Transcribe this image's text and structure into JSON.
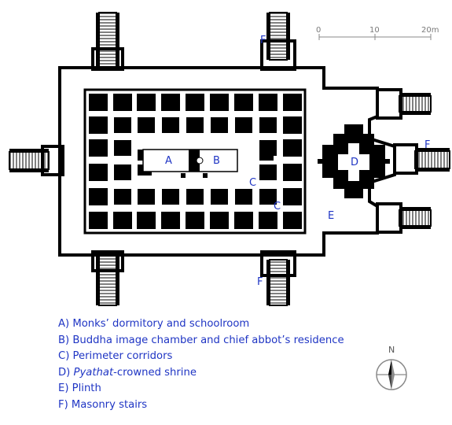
{
  "labels": {
    "A": "A",
    "B": "B",
    "C": "C",
    "D": "D",
    "E": "E",
    "F": "F"
  },
  "scale_bar": {
    "ticks": [
      "0",
      "10",
      "20m"
    ]
  },
  "north": {
    "label": "N"
  },
  "legend": {
    "a": "A) Monks’ dormitory and schoolroom",
    "b": "B) Buddha image chamber and chief abbot’s residence",
    "c": "C) Perimeter corridors",
    "d_prefix": "D) ",
    "d_italic": "Pyathat",
    "d_suffix": "-crowned shrine",
    "e": "E) Plinth",
    "f": "F) Masonry stairs"
  },
  "colors": {
    "ink": "#000000",
    "label": "#1f35c4",
    "scale": "#8a8a8a"
  }
}
